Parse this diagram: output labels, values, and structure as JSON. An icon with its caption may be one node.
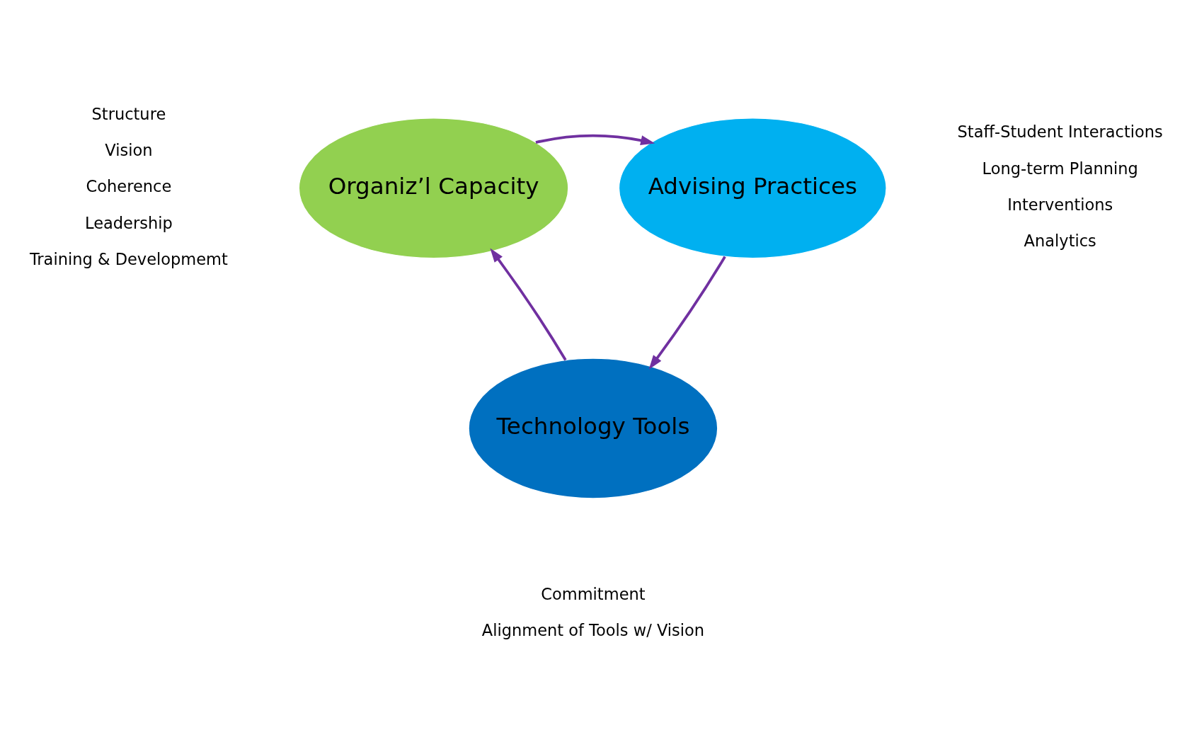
{
  "diagram": {
    "nodes": [
      {
        "text": [
          "Organiz’l Capacity"
        ],
        "beside": [
          "Structure",
          "Vision",
          "Coherence",
          "Leadership",
          "Training & Developmemt"
        ]
      },
      {
        "text": [
          "Advising Practices"
        ],
        "beside": [
          "Staff-Student Interactions",
          "Long-term Planning",
          "Interventions",
          "Analytics"
        ]
      },
      {
        "text": [
          "Technology Tools"
        ],
        "beside": [
          "Commitment",
          "Alignment of Tools w/ Vision"
        ]
      }
    ],
    "edges": [
      {
        "from": 0,
        "to": 1,
        "arrow": "to",
        "color": "#7030a0"
      },
      {
        "from": 1,
        "to": 2,
        "arrow": "to",
        "color": "#7030a0"
      },
      {
        "from": 2,
        "to": 0,
        "arrow": "to",
        "color": "#7030a0"
      }
    ]
  }
}
